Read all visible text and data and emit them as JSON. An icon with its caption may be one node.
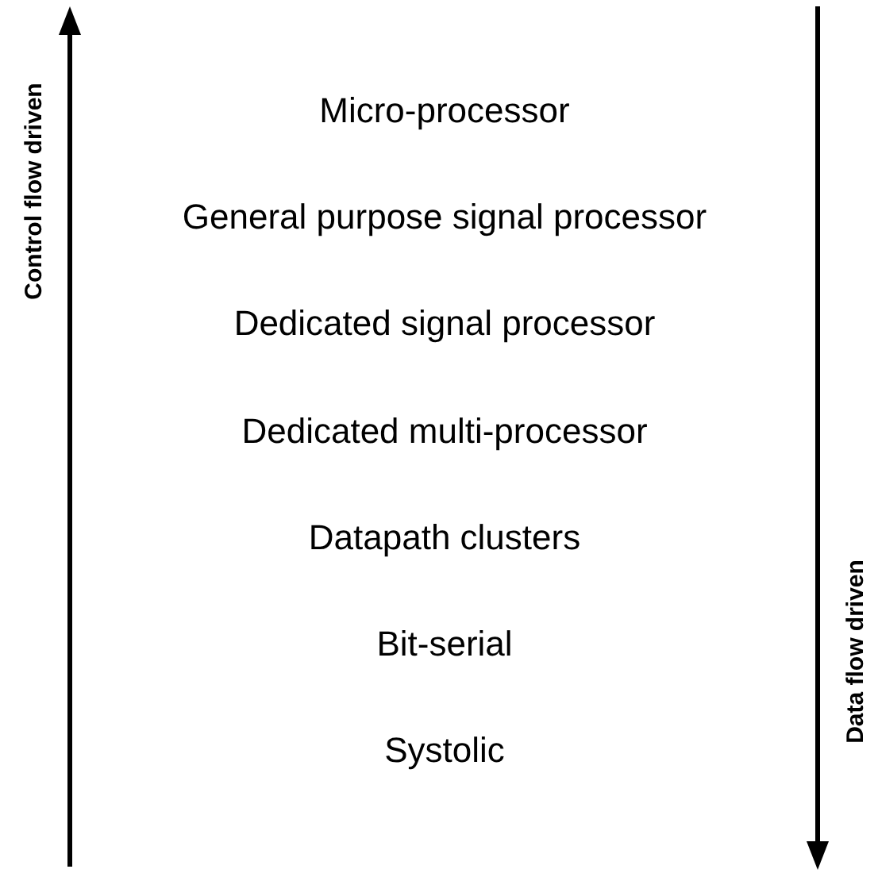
{
  "diagram": {
    "labels": [
      "Control flow driven",
      "Micro-processor",
      "General purpose signal processor",
      "Dedicated signal processor",
      "Dedicated multi-processor",
      "Datapath clusters",
      "Bit-serial",
      "Systolic",
      "Data flow driven"
    ]
  }
}
